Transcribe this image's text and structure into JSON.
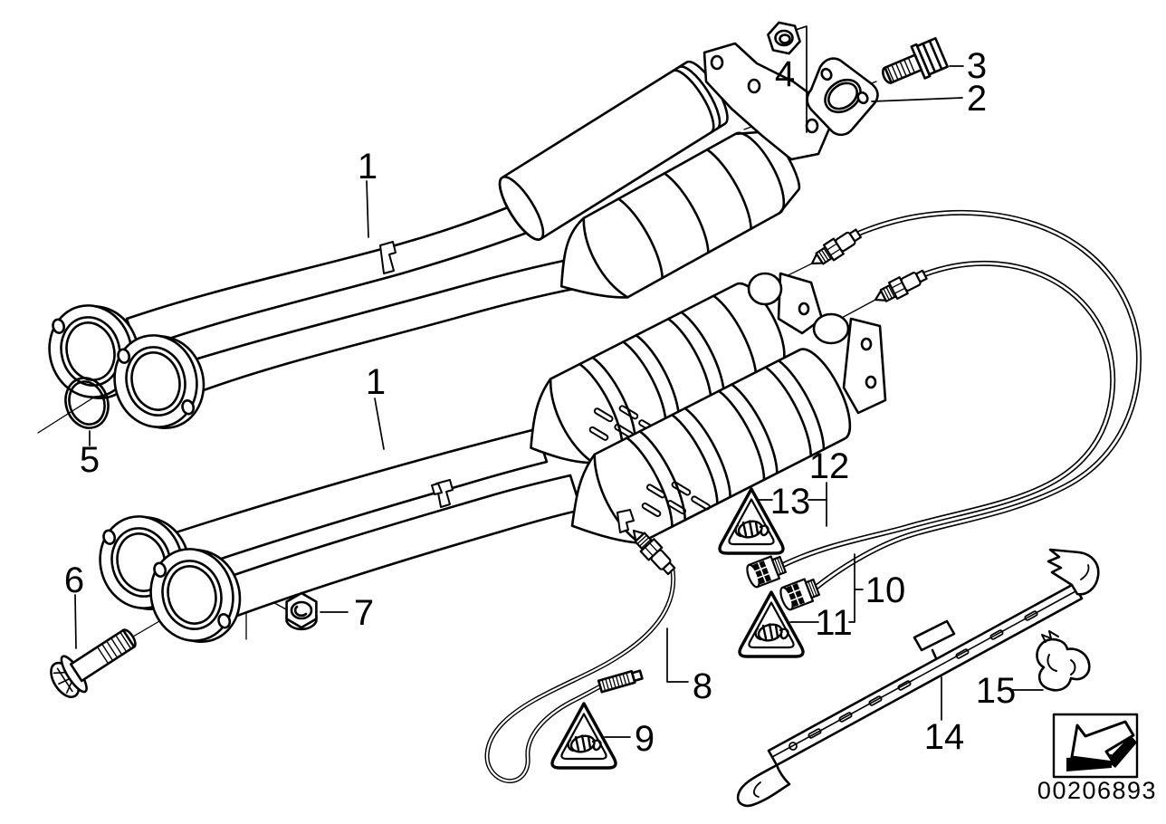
{
  "diagram": {
    "doc_number": "00206893",
    "colors": {
      "background": "#ffffff",
      "line": "#000000"
    },
    "icons": {
      "warning_triangle": "observe-safety-warning-icon",
      "doc_arrow": "direction-arrow-icon"
    },
    "callouts": {
      "c1a": "1",
      "c1b": "1",
      "c2": "2",
      "c3": "3",
      "c4": "4",
      "c5": "5",
      "c6": "6",
      "c7": "7",
      "c8": "8",
      "c9": "9",
      "c10": "10",
      "c11": "11",
      "c12": "12",
      "c13": "13",
      "c14": "14",
      "c15": "15"
    }
  }
}
